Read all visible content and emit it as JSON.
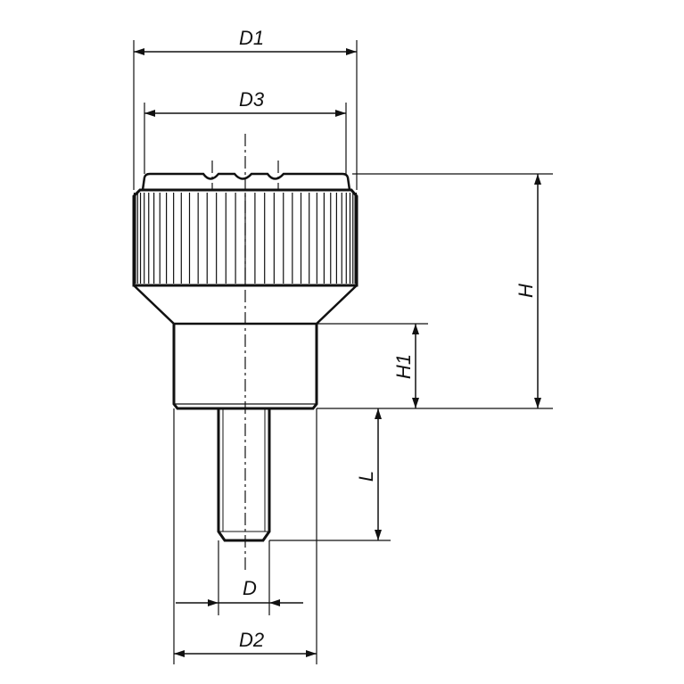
{
  "drawing": {
    "labels": {
      "D1": "D1",
      "D3": "D3",
      "H": "H",
      "H1": "H1",
      "L": "L",
      "D": "D",
      "D2": "D2"
    },
    "line_color": "#111111"
  }
}
